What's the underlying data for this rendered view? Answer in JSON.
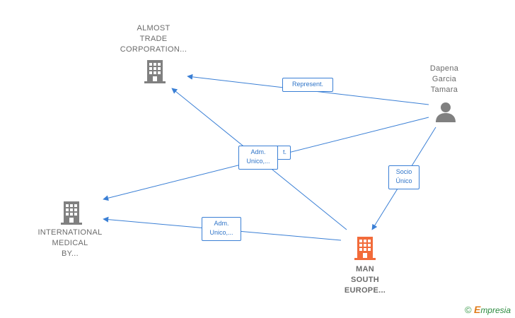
{
  "nodes": {
    "almost": {
      "label": "ALMOST\nTRADE\nCORPORATION...",
      "icon": "building-icon",
      "color": "#808080"
    },
    "international": {
      "label": "INTERNATIONAL\nMEDICAL\nBY...",
      "icon": "building-icon",
      "color": "#808080"
    },
    "dapena": {
      "label": "Dapena\nGarcia\nTamara",
      "icon": "person-icon",
      "color": "#808080"
    },
    "man": {
      "label": "MAN\nSOUTH\nEUROPE...",
      "icon": "building-icon",
      "color": "#f26b3a"
    }
  },
  "edges": {
    "represent": "Represent.",
    "adm1": "Adm.\nUnico,...",
    "adm1_hidden": "t.",
    "adm2": "Adm.\nUnico,...",
    "socio": "Socio\nÚnico"
  },
  "colors": {
    "edge": "#3a7fd5",
    "building": "#808080",
    "focus": "#f26b3a"
  },
  "brand": {
    "copyright": "©",
    "e": "E",
    "rest": "mpresia"
  }
}
